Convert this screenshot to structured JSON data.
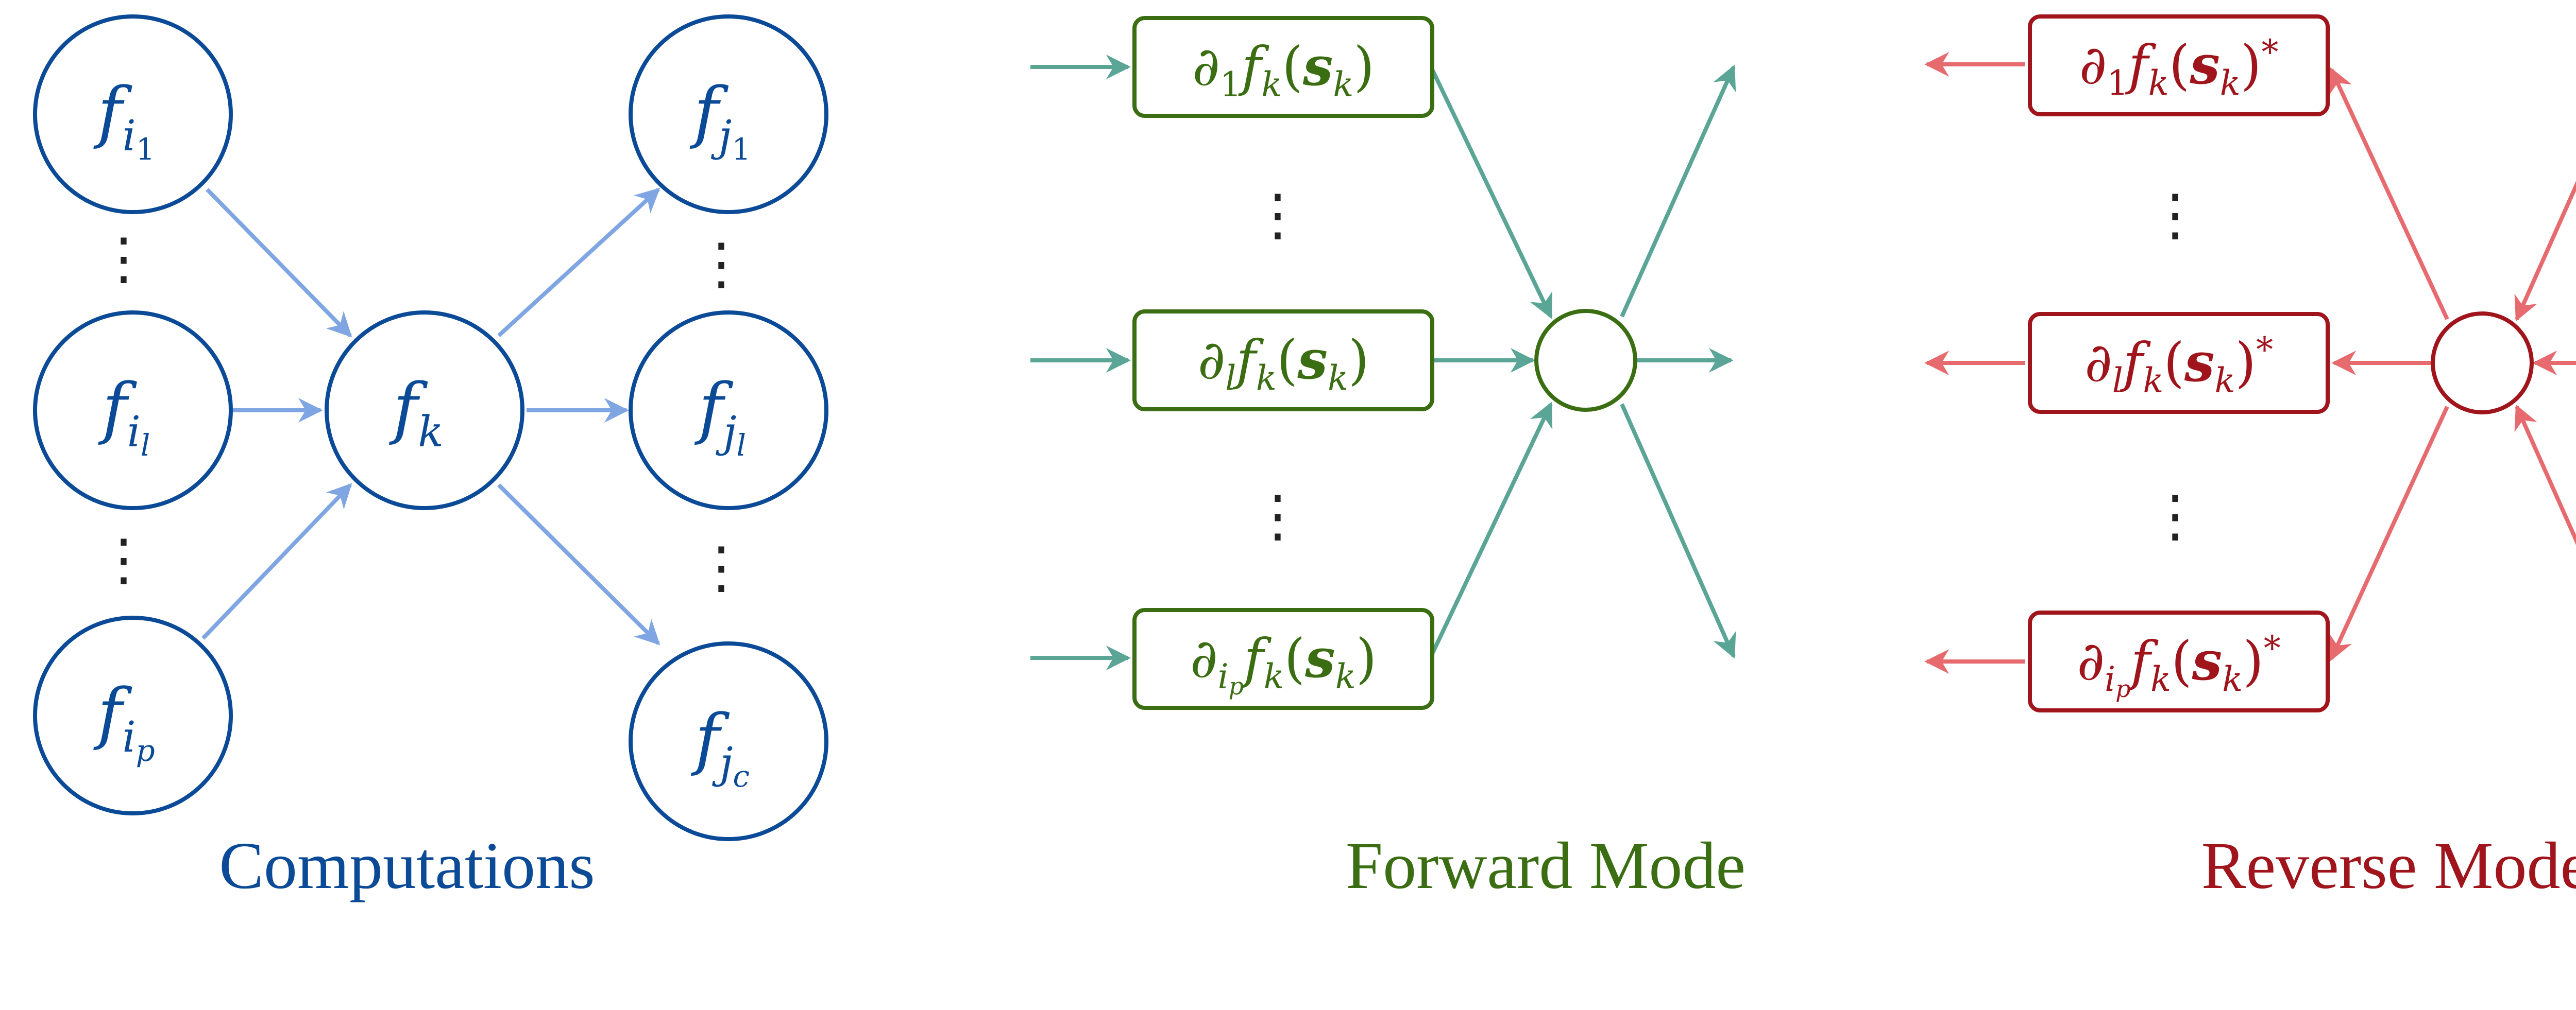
{
  "colors": {
    "computations": "#0b4a96",
    "computations_arrow": "#7fa6e3",
    "forward": "#3b6e12",
    "forward_arrow": "#5aa596",
    "reverse": "#a0141c",
    "reverse_arrow": "#e76a6e"
  },
  "computations": {
    "caption": "Computations",
    "center_node": {
      "base": "f",
      "sub": "k"
    },
    "inputs": [
      {
        "base": "f",
        "sub": "i",
        "subsub": "1"
      },
      {
        "base": "f",
        "sub": "i",
        "subsub": "l"
      },
      {
        "base": "f",
        "sub": "i",
        "subsub": "p"
      }
    ],
    "outputs": [
      {
        "base": "f",
        "sub": "j",
        "subsub": "1"
      },
      {
        "base": "f",
        "sub": "j",
        "subsub": "l"
      },
      {
        "base": "f",
        "sub": "j",
        "subsub": "c"
      }
    ],
    "ellipsis": "⋮"
  },
  "forward": {
    "caption": "Forward Mode",
    "boxes": [
      {
        "partial": "∂",
        "index": "1",
        "indexsub": "",
        "fn": "f",
        "fnsub": "k",
        "arg": "s",
        "argsub": "k",
        "suffix": ""
      },
      {
        "partial": "∂",
        "index": "l",
        "indexsub": "",
        "fn": "f",
        "fnsub": "k",
        "arg": "s",
        "argsub": "k",
        "suffix": ""
      },
      {
        "partial": "∂",
        "index": "i",
        "indexsub": "p",
        "fn": "f",
        "fnsub": "k",
        "arg": "s",
        "argsub": "k",
        "suffix": ""
      }
    ],
    "ellipsis": "⋮"
  },
  "reverse": {
    "caption": "Reverse Mode",
    "boxes": [
      {
        "partial": "∂",
        "index": "1",
        "indexsub": "",
        "fn": "f",
        "fnsub": "k",
        "arg": "s",
        "argsub": "k",
        "suffix": "*"
      },
      {
        "partial": "∂",
        "index": "l",
        "indexsub": "",
        "fn": "f",
        "fnsub": "k",
        "arg": "s",
        "argsub": "k",
        "suffix": "*"
      },
      {
        "partial": "∂",
        "index": "i",
        "indexsub": "p",
        "fn": "f",
        "fnsub": "k",
        "arg": "s",
        "argsub": "k",
        "suffix": "*"
      }
    ],
    "ellipsis": "⋮"
  }
}
